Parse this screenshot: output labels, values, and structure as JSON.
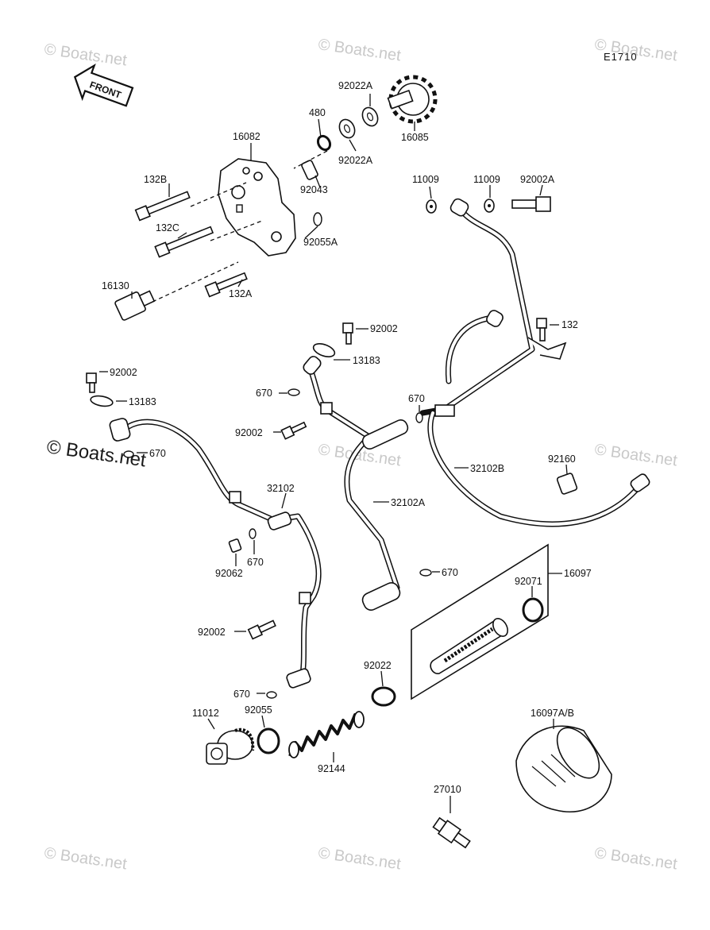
{
  "diagram_code": "E1710",
  "front_label": "FRONT",
  "watermark_text": "© Boats.net",
  "watermark_large_text": "© Boats.net",
  "labels": {
    "l16082": "16082",
    "l480": "480",
    "l92022A_top": "92022A",
    "l92022A_bot": "92022A",
    "l16085": "16085",
    "l132B": "132B",
    "l92043": "92043",
    "l132C": "132C",
    "l92055A": "92055A",
    "l16130": "16130",
    "l132A": "132A",
    "l11009a": "11009",
    "l11009b": "11009",
    "l92002A": "92002A",
    "l132": "132",
    "l92002_c": "92002",
    "l13183_c": "13183",
    "l670_c": "670",
    "l92002_c2": "92002",
    "l670_r": "670",
    "l92002_l": "92002",
    "l13183_l": "13183",
    "l670_l": "670",
    "l32102B": "32102B",
    "l92160": "92160",
    "l32102": "32102",
    "l32102A": "32102A",
    "l92062": "92062",
    "l670_m": "670",
    "l670_m2": "670",
    "l16097": "16097",
    "l92071": "92071",
    "l92002_b": "92002",
    "l670_b": "670",
    "l92022": "92022",
    "l16097AB": "16097A/B",
    "l92055": "92055",
    "l92144": "92144",
    "l11012": "11012",
    "l27010": "27010"
  }
}
